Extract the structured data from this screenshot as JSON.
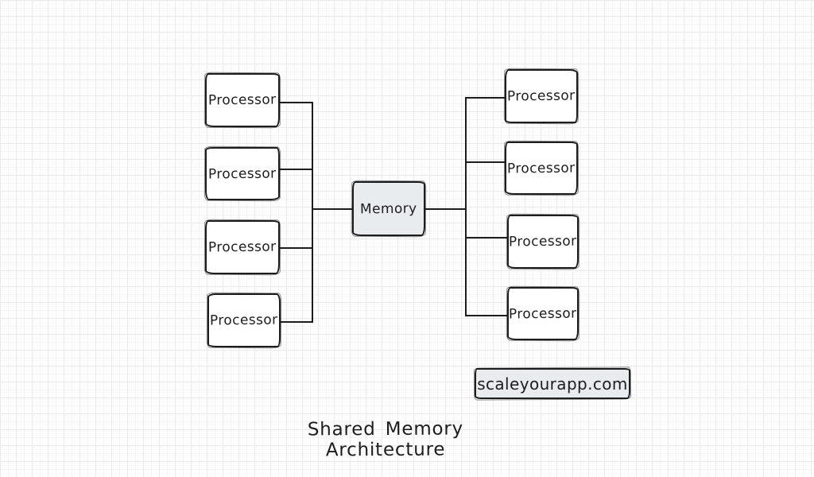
{
  "diagram": {
    "title": "Shared Memory Architecture",
    "memory": {
      "label": "Memory"
    },
    "left_processors": [
      {
        "label": "Processor"
      },
      {
        "label": "Processor"
      },
      {
        "label": "Processor"
      },
      {
        "label": "Processor"
      }
    ],
    "right_processors": [
      {
        "label": "Processor"
      },
      {
        "label": "Processor"
      },
      {
        "label": "Processor"
      },
      {
        "label": "Processor"
      }
    ],
    "watermark": {
      "label": "scaleyourapp.com"
    },
    "colors": {
      "stroke": "#1d1d1d",
      "node_fill": "#e8ecef",
      "canvas_background": "#fdfdfd",
      "grid_major": "#eaeaea",
      "grid_minor": "#f5f5f5"
    }
  }
}
